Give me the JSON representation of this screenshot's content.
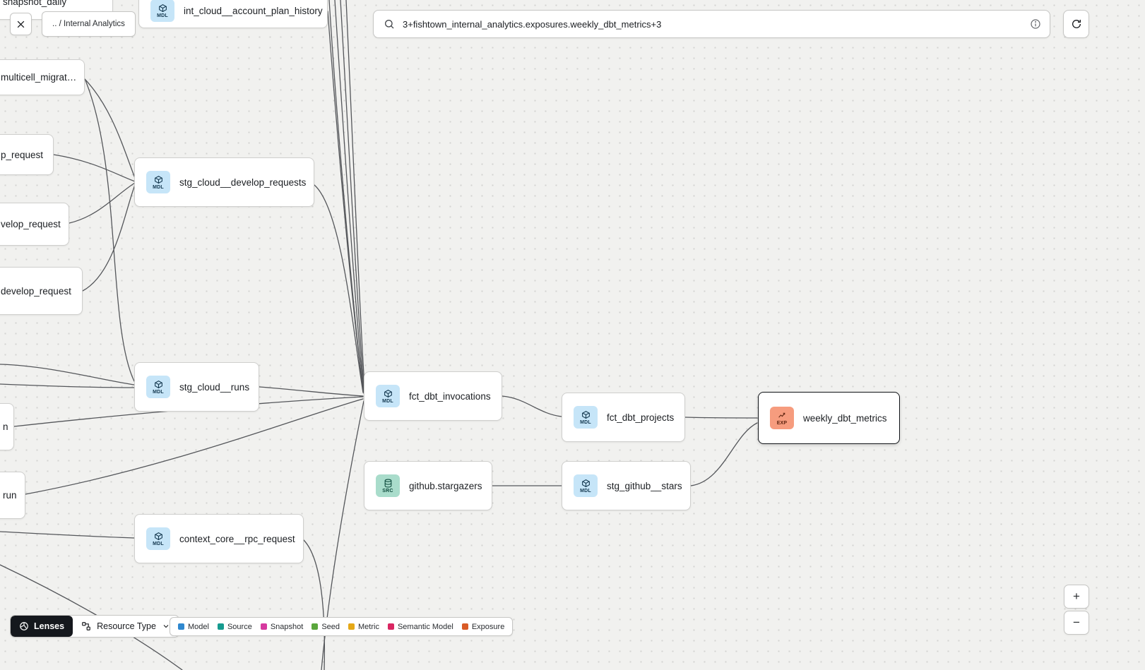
{
  "header": {
    "breadcrumb": ".. / Internal Analytics",
    "search_value": "3+fishtown_internal_analytics.exposures.weekly_dbt_metrics+3"
  },
  "canvas": {
    "nodes": [
      {
        "label": "snapshot_daily",
        "badge": ""
      },
      {
        "label": "int_cloud__account_plan_history",
        "badge": "MDL"
      },
      {
        "label": "multicell_migrat…",
        "badge": ""
      },
      {
        "label": "p_request",
        "badge": ""
      },
      {
        "label": "velop_request",
        "badge": ""
      },
      {
        "label": "develop_request",
        "badge": ""
      },
      {
        "label": "stg_cloud__develop_requests",
        "badge": "MDL"
      },
      {
        "label": "stg_cloud__runs",
        "badge": "MDL"
      },
      {
        "label": "n",
        "badge": ""
      },
      {
        "label": "run",
        "badge": ""
      },
      {
        "label": "fct_dbt_invocations",
        "badge": "MDL"
      },
      {
        "label": "fct_dbt_projects",
        "badge": "MDL"
      },
      {
        "label": "weekly_dbt_metrics",
        "badge": "EXP",
        "selected": true
      },
      {
        "label": "github.stargazers",
        "badge": "SRC"
      },
      {
        "label": "stg_github__stars",
        "badge": "MDL"
      },
      {
        "label": "context_core__rpc_request",
        "badge": "MDL"
      }
    ]
  },
  "toolbar": {
    "lenses": "Lenses",
    "resource_type": "Resource Type"
  },
  "legend": {
    "items": [
      {
        "label": "Model",
        "color": "#2f88cf"
      },
      {
        "label": "Source",
        "color": "#169b8f"
      },
      {
        "label": "Snapshot",
        "color": "#d6399f"
      },
      {
        "label": "Seed",
        "color": "#5aa63c"
      },
      {
        "label": "Metric",
        "color": "#e5a817"
      },
      {
        "label": "Semantic Model",
        "color": "#d92662"
      },
      {
        "label": "Exposure",
        "color": "#d95b26"
      }
    ]
  },
  "zoom": {
    "zoom_in": "+",
    "zoom_out": "−"
  },
  "colors": {
    "model_badge_bg": "#c6e5f8",
    "source_badge_bg": "#a9dccb",
    "exposure_badge_bg": "#f69c7e",
    "edge": "#54565a",
    "selected_border": "#101317",
    "canvas_bg": "#f1f1ef"
  }
}
